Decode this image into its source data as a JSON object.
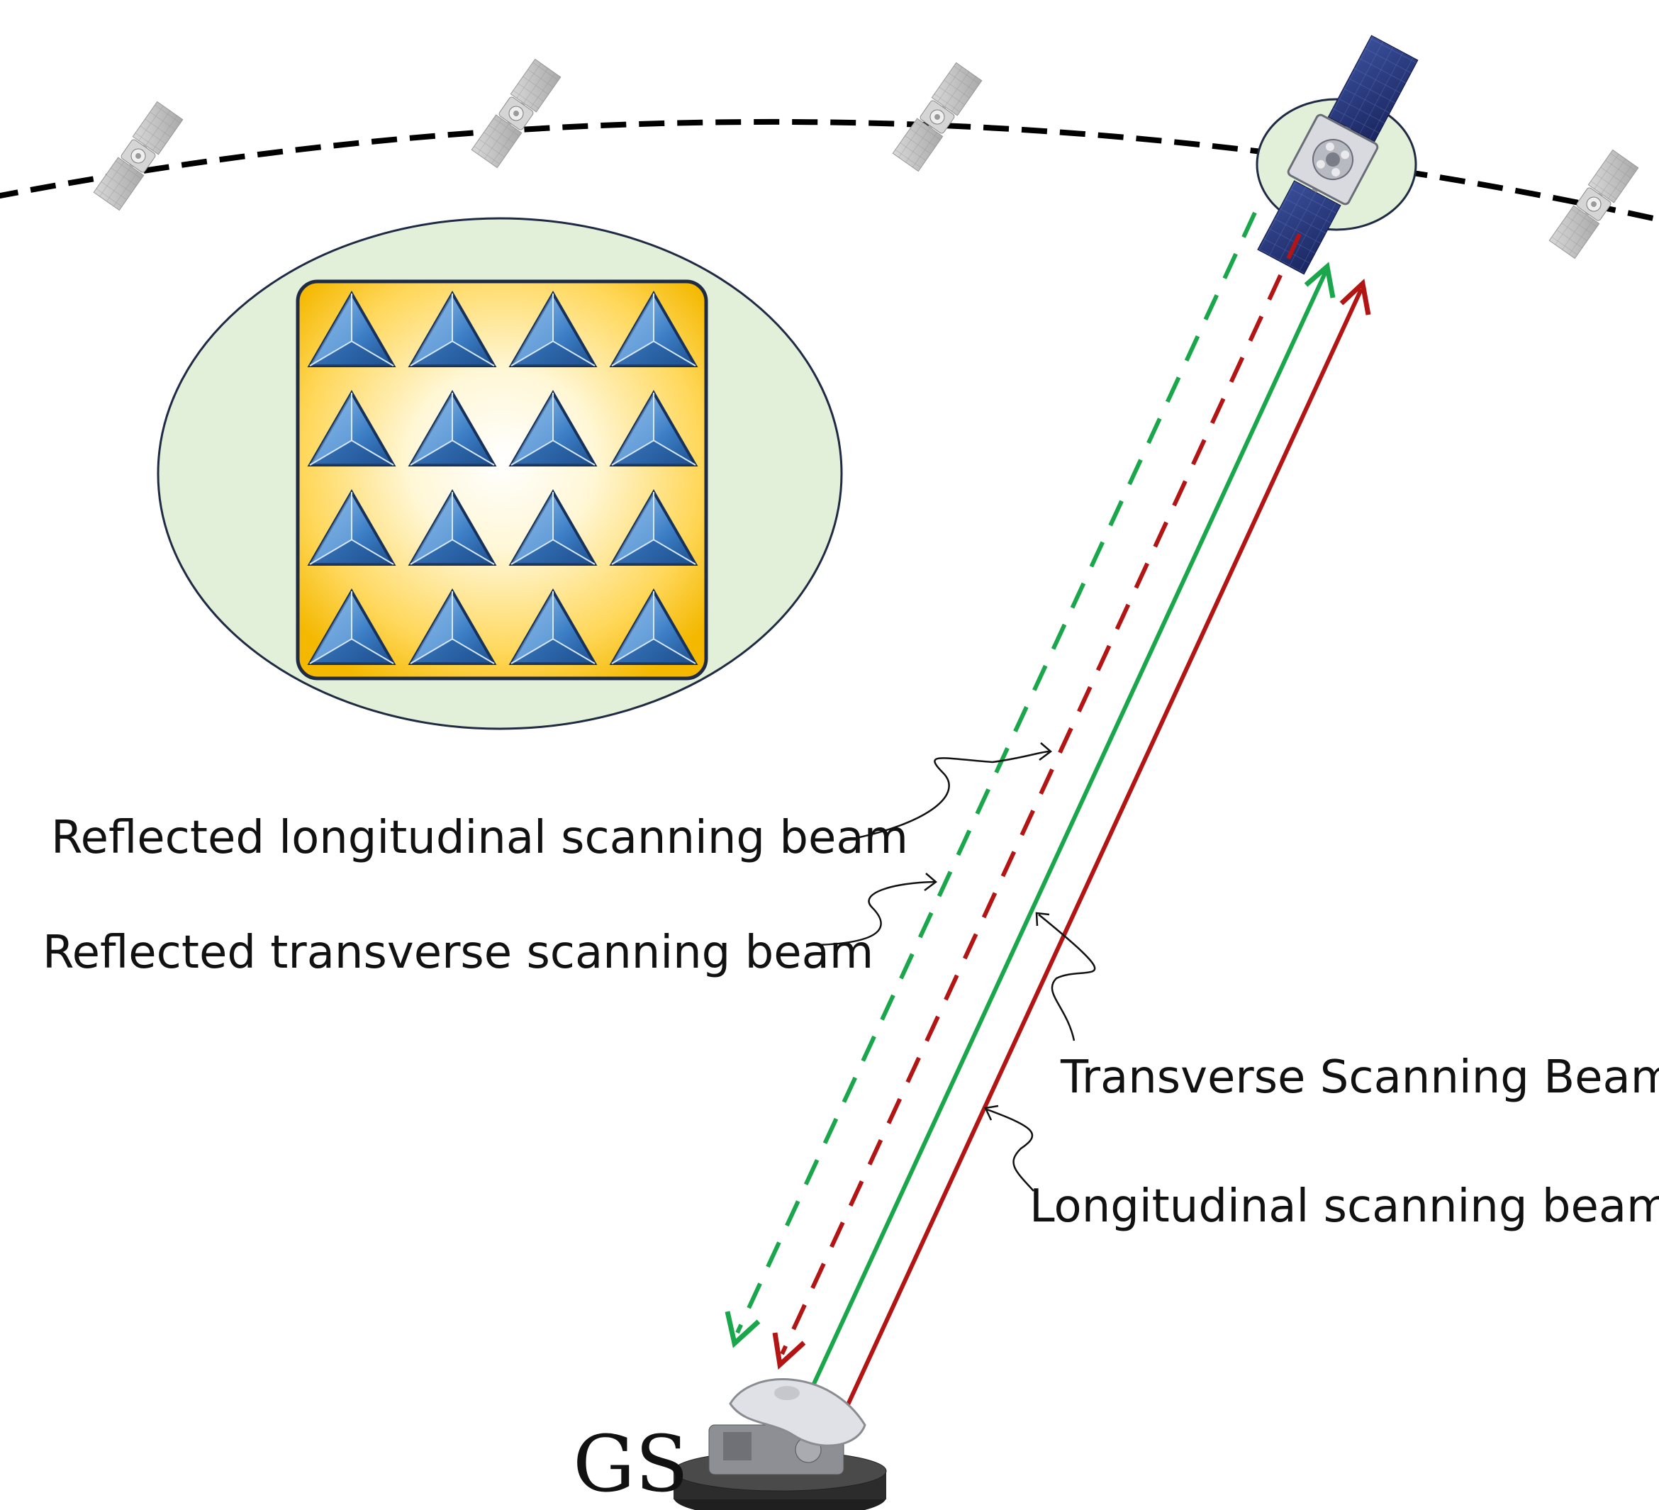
{
  "labels": {
    "reflected_longitudinal": "Reflected longitudinal scanning beam",
    "reflected_transverse": "Reflected transverse scanning beam",
    "transverse": "Transverse Scanning Beam",
    "longitudinal": "Longitudinal scanning beam",
    "ground_station": "GS"
  },
  "colors": {
    "green_beam": "#1aa64b",
    "red_beam": "#b31515",
    "orbit": "#000000",
    "ellipse_fill": "#e2f0d9",
    "ellipse_stroke": "#1f2a44",
    "panel_gold": "#f6c400",
    "triangle_blue": "#2f6db3"
  },
  "icons": {
    "satellite": "satellite-icon",
    "ground_station": "ground-station-antenna-icon",
    "array_element": "triangle-antenna-element-icon"
  },
  "array": {
    "rows": 4,
    "cols": 4
  }
}
